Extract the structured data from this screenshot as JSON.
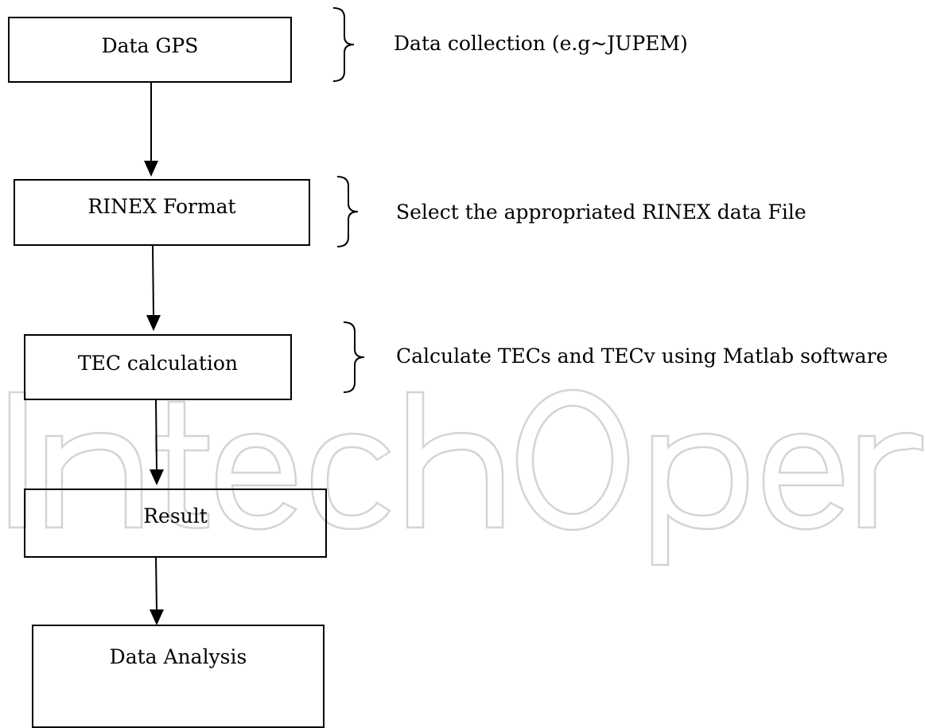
{
  "flowchart": {
    "steps": [
      {
        "label": "Data GPS"
      },
      {
        "label": "RINEX Format"
      },
      {
        "label": "TEC calculation"
      },
      {
        "label": "Result"
      },
      {
        "label": "Data Analysis"
      }
    ],
    "notes": [
      {
        "text": "Data collection (e.g~JUPEM)"
      },
      {
        "text": "Select the appropriated RINEX data File"
      },
      {
        "text": "Calculate TECs and TECv using Matlab software"
      }
    ]
  },
  "watermark": {
    "text": "IntechOpen",
    "color": "#cfcfcf"
  }
}
